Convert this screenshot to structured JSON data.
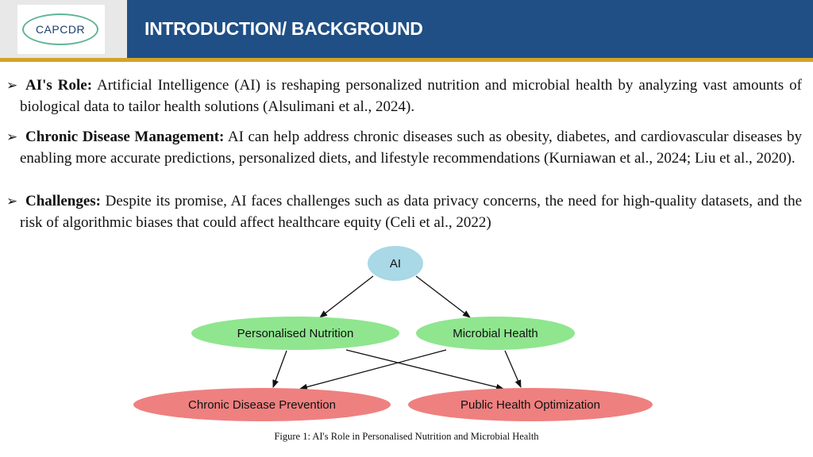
{
  "header": {
    "logo_text": "CAPCDR",
    "title": "INTRODUCTION/ BACKGROUND"
  },
  "bullets": [
    {
      "label": "AI's Role:",
      "text": "Artificial Intelligence (AI) is reshaping personalized nutrition and microbial health by analyzing vast amounts of biological data to tailor health solutions (Alsulimani et al., 2024)."
    },
    {
      "label": "Chronic Disease Management:",
      "text": "AI can help address chronic diseases such as obesity, diabetes, and cardiovascular diseases by enabling more accurate predictions, personalized diets, and lifestyle recommendations  (Kurniawan et al., 2024; Liu et al., 2020)."
    },
    {
      "label": "Challenges:",
      "text": "Despite its promise, AI faces challenges such as data privacy concerns, the need for high-quality datasets, and the risk of algorithmic biases that could affect healthcare equity (Celi et al., 2022)"
    }
  ],
  "diagram": {
    "nodes": {
      "ai": "AI",
      "personalised_nutrition": "Personalised Nutrition",
      "microbial_health": "Microbial Health",
      "chronic_disease_prevention": "Chronic Disease Prevention",
      "public_health_optimization": "Public Health Optimization"
    },
    "colors": {
      "ai": "#a9d8e6",
      "middle": "#8fe68f",
      "bottom": "#ef8080"
    },
    "caption": "Figure 1: AI's Role in Personalised Nutrition and Microbial Health"
  }
}
